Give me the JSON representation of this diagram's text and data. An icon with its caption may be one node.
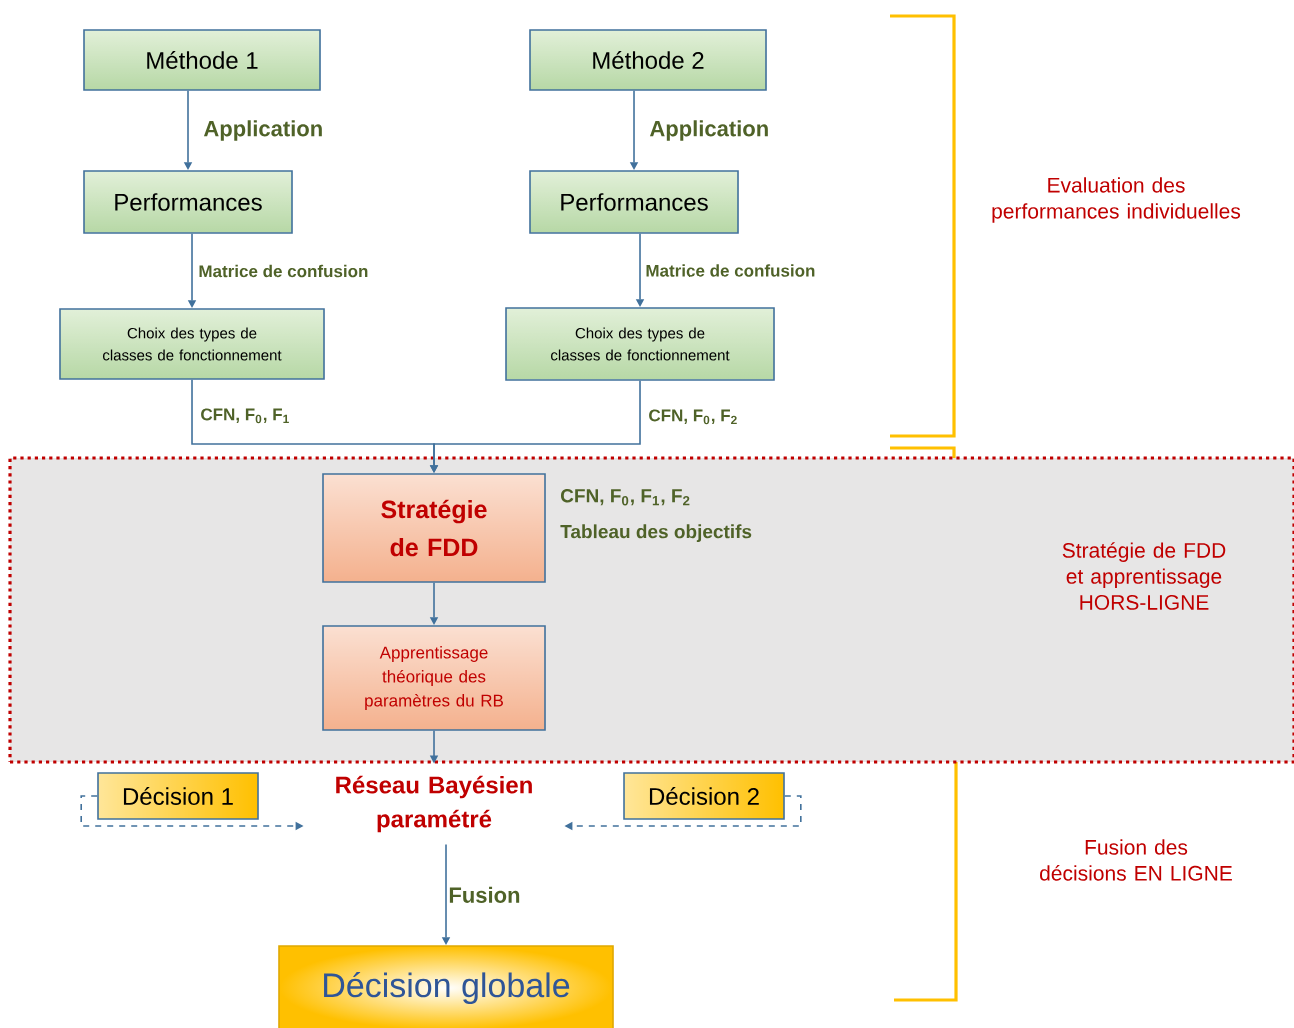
{
  "diagram": {
    "nodes": [
      {
        "text": [
          "Méthode 1"
        ]
      },
      {
        "text": [
          "Méthode 2"
        ]
      },
      {
        "text": [
          "Performances"
        ]
      },
      {
        "text": [
          "Performances"
        ]
      },
      {
        "text": [
          "Choix des types de classes de fonctionnement"
        ]
      },
      {
        "text": [
          "Choix des types de classes de fonctionnement"
        ]
      },
      {
        "text": [
          "Stratégie de FDD et apprentissage HORS-LIGNE"
        ]
      },
      {
        "text": [
          "Stratégie de FDD"
        ],
        "in": 6,
        "beside": [
          "CFN, F$_{0}$, F$_{1}$, F$_{2}$",
          "Tableau des objectifs"
        ]
      },
      {
        "text": [
          "Apprentissage théorique des paramètres du RB"
        ],
        "in": 6
      },
      {
        "text": [
          "Réseau Bayésien paramétré"
        ]
      },
      {
        "text": [
          "Décision 1"
        ]
      },
      {
        "text": [
          "Décision 2"
        ]
      },
      {
        "text": [
          "Décision globale"
        ]
      }
    ],
    "edges": [
      {
        "from": 0,
        "to": 2,
        "arrow": "to",
        "label": "Application"
      },
      {
        "from": 1,
        "to": 3,
        "arrow": "to",
        "label": "Application"
      },
      {
        "from": 2,
        "to": 4,
        "arrow": "to",
        "label": "Matrice de confusion"
      },
      {
        "from": 3,
        "to": 5,
        "arrow": "to",
        "label": "Matrice de confusion"
      },
      {
        "from": 4,
        "to": 7,
        "arrow": "to",
        "label": "CFN, F$_{0}$, F$_{1}$"
      },
      {
        "from": 5,
        "to": 7,
        "arrow": "to",
        "label": "CFN, F$_{0}$, F$_{2}$"
      },
      {
        "from": 7,
        "to": 8,
        "arrow": "to"
      },
      {
        "from": 8,
        "to": 9,
        "arrow": "to"
      },
      {
        "from": 10,
        "to": 9,
        "arrow": "to",
        "style": "dashed"
      },
      {
        "from": 11,
        "to": 9,
        "arrow": "to",
        "style": "dashed"
      },
      {
        "from": 9,
        "to": 12,
        "arrow": "to",
        "label": "Fusion"
      }
    ],
    "labels": [
      "Evaluation des performances individuelles",
      "Fusion des décisions EN LIGNE"
    ]
  }
}
